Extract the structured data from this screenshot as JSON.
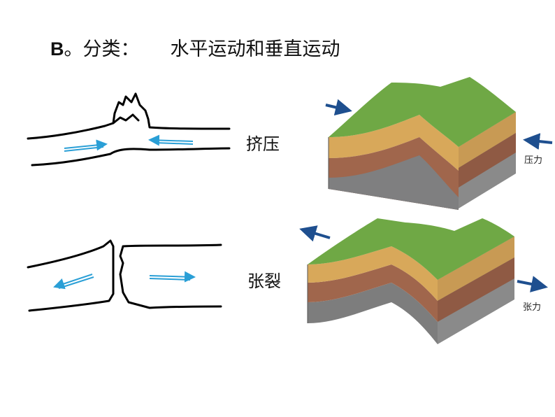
{
  "title": {
    "prefix": "B",
    "section": "。分类：",
    "subtitle": "水平运动和垂直运动"
  },
  "compression": {
    "label": "挤压",
    "force_label": "压力"
  },
  "tension": {
    "label": "张裂",
    "force_label": "张力"
  },
  "colors": {
    "line": "#000000",
    "sketch_arrow": "#2a9fd6",
    "force_arrow": "#1e4f8f",
    "grass": "#6fa845",
    "sand": "#d8a85a",
    "clay": "#a0664c",
    "rock": "#7d7d7d"
  }
}
